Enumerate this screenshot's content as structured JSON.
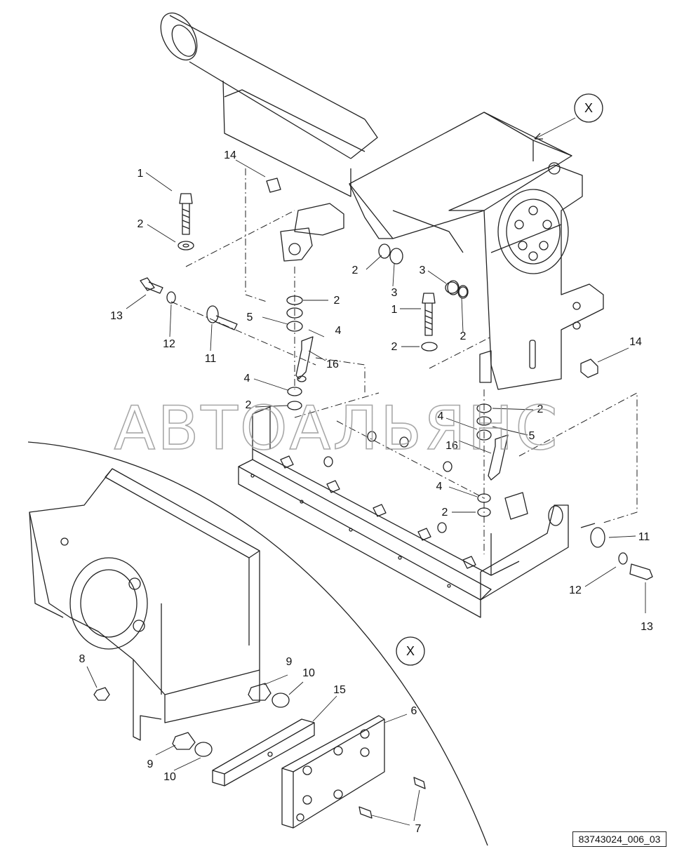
{
  "diagram": {
    "callouts": {
      "c1a": "1",
      "c1b": "1",
      "c2a": "2",
      "c2b": "2",
      "c2c": "2",
      "c2d": "2",
      "c2e": "2",
      "c2f": "2",
      "c2g": "2",
      "c2h": "2",
      "c3a": "3",
      "c3b": "3",
      "c4a": "4",
      "c4b": "4",
      "c4c": "4",
      "c4d": "4",
      "c5a": "5",
      "c5b": "5",
      "c6": "6",
      "c7": "7",
      "c8": "8",
      "c9a": "9",
      "c9b": "9",
      "c10a": "10",
      "c10b": "10",
      "c11a": "11",
      "c11b": "11",
      "c12a": "12",
      "c12b": "12",
      "c13a": "13",
      "c13b": "13",
      "c14a": "14",
      "c14b": "14",
      "c15": "15",
      "c16a": "16",
      "c16b": "16"
    },
    "view_refs": {
      "top": "X",
      "detail": "X"
    },
    "watermark": "АВТОАЛЬЯНС",
    "drawing_code": "83743024_006_03"
  }
}
